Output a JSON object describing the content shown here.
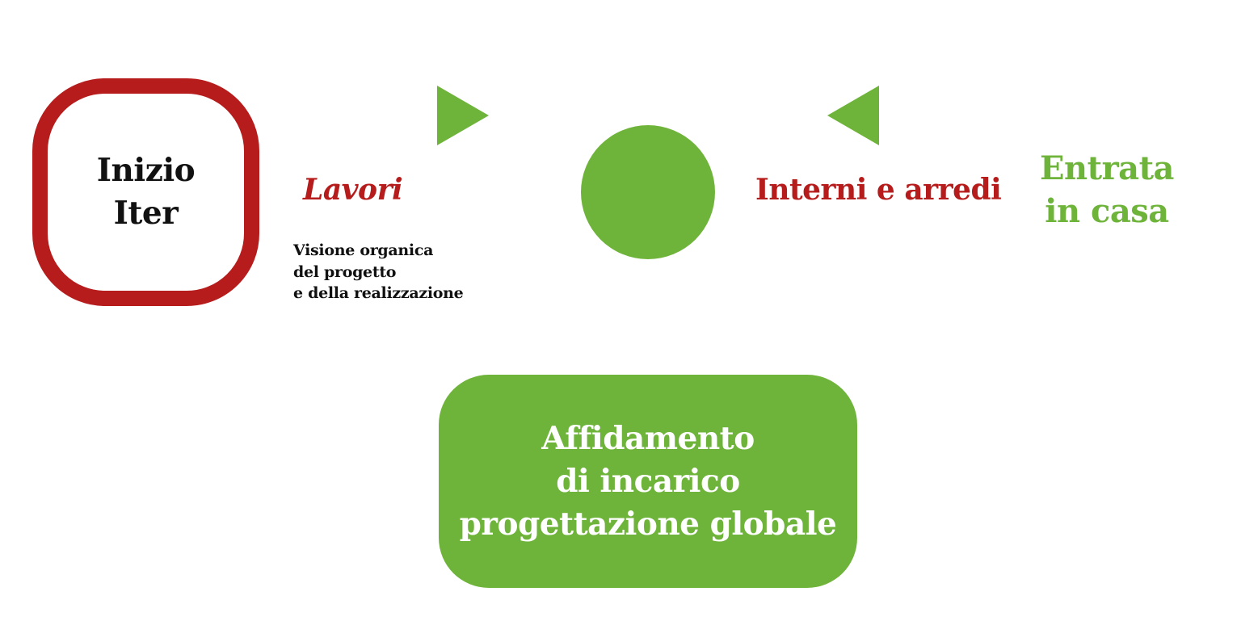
{
  "diagram": {
    "start": {
      "label": "Inizio\nIter"
    },
    "phase_works": {
      "label": "Lavori",
      "description": "Visione organica\ndel progetto\ne della realizzazione"
    },
    "phase_interiors": {
      "label": "Interni e arredi"
    },
    "end": {
      "label": "Entrata\nin casa"
    },
    "assignment": {
      "label": "Affidamento\ndi incarico\nprogettazione globale"
    },
    "arrows": [
      {
        "name": "arrow-right-icon",
        "direction": "right"
      },
      {
        "name": "arrow-left-icon",
        "direction": "left"
      }
    ],
    "center_node": {
      "shape": "circle"
    }
  },
  "colors": {
    "accent_red": "#b71c1c",
    "accent_green": "#6fb43a",
    "text_dark": "#111111",
    "text_light": "#ffffff",
    "background": "#ffffff"
  }
}
